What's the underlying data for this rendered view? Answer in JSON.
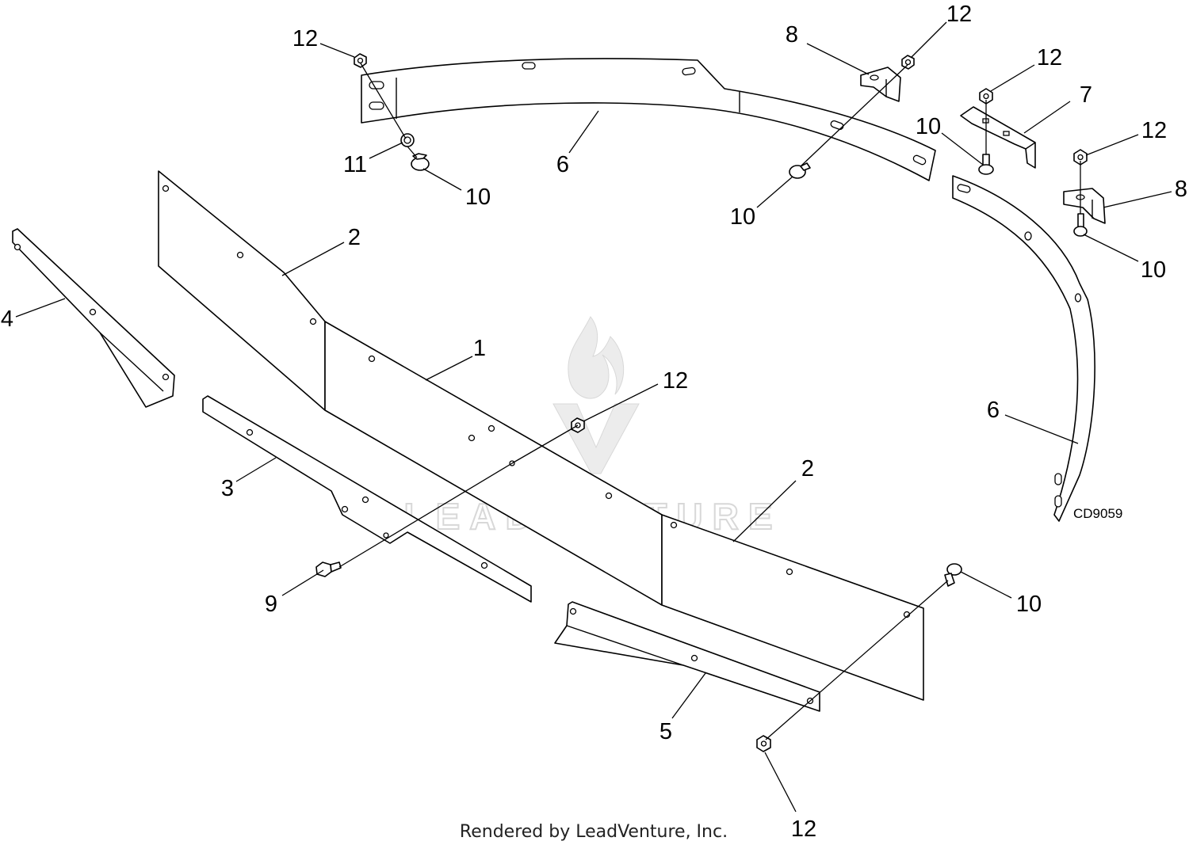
{
  "diagram": {
    "drawing_code": "CD9059",
    "footer": "Rendered by LeadVenture, Inc.",
    "watermark": "LEADVENTURE",
    "callouts": {
      "c1": "1",
      "c2a": "2",
      "c2b": "2",
      "c3": "3",
      "c4": "4",
      "c5": "5",
      "c6a": "6",
      "c6b": "6",
      "c7": "7",
      "c8a": "8",
      "c8b": "8",
      "c9": "9",
      "c10a": "10",
      "c10b": "10",
      "c10c": "10",
      "c10d": "10",
      "c10e": "10",
      "c11": "11",
      "c12a": "12",
      "c12b": "12",
      "c12c": "12",
      "c12d": "12",
      "c12e": "12",
      "c12f": "12"
    }
  }
}
